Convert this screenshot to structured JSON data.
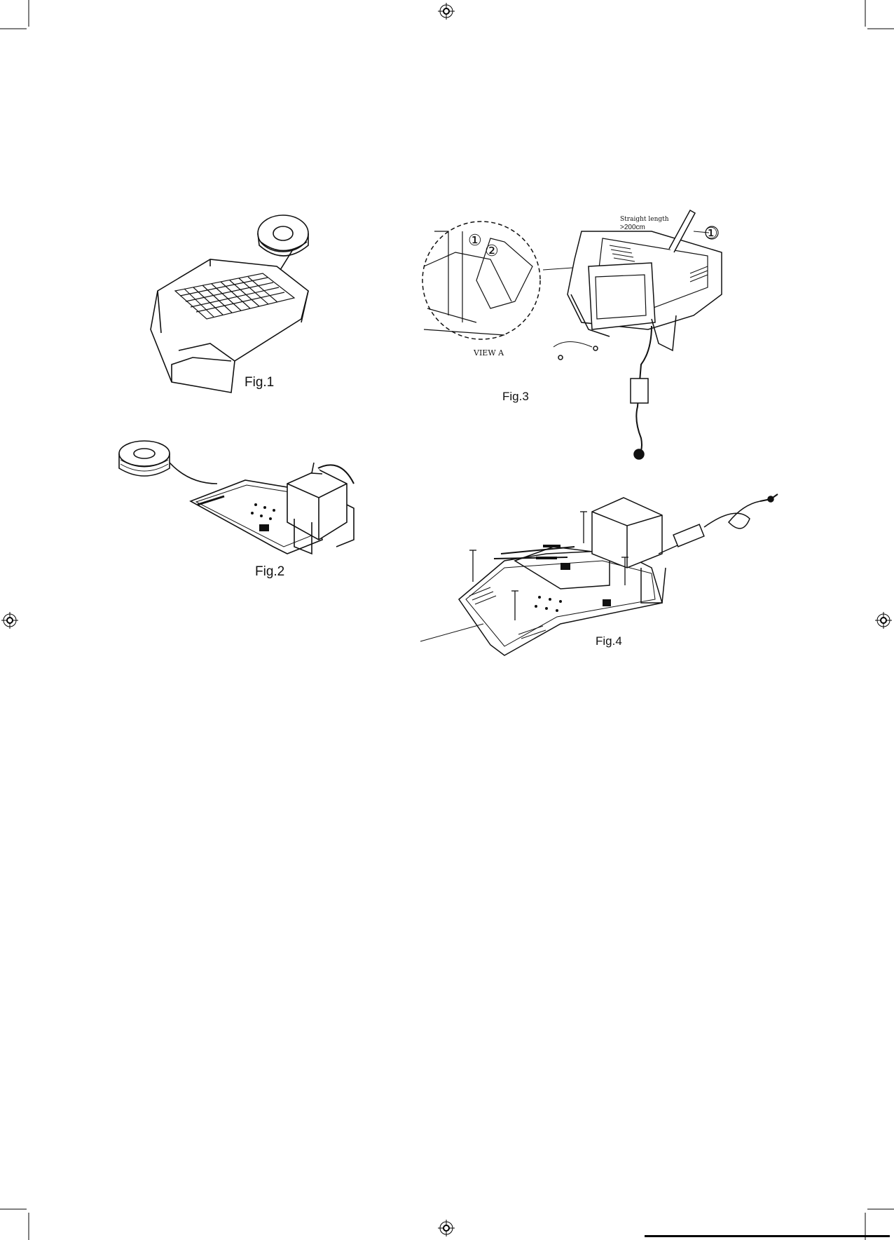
{
  "figures": {
    "fig1": {
      "caption": "Fig.1"
    },
    "fig2": {
      "caption": "Fig.2"
    },
    "fig3": {
      "caption": "Fig.3",
      "view_label": "VIEW A",
      "callout_1": "①",
      "callout_2": "②",
      "callout_main": "①",
      "straight_length_label": "Straight length",
      "straight_length_value": ">200cm"
    },
    "fig4": {
      "caption": "Fig.4"
    }
  },
  "colors": {
    "ink": "#111111",
    "paper": "#ffffff",
    "mark": "#000000"
  },
  "icons": [
    "registration-mark-icon"
  ]
}
